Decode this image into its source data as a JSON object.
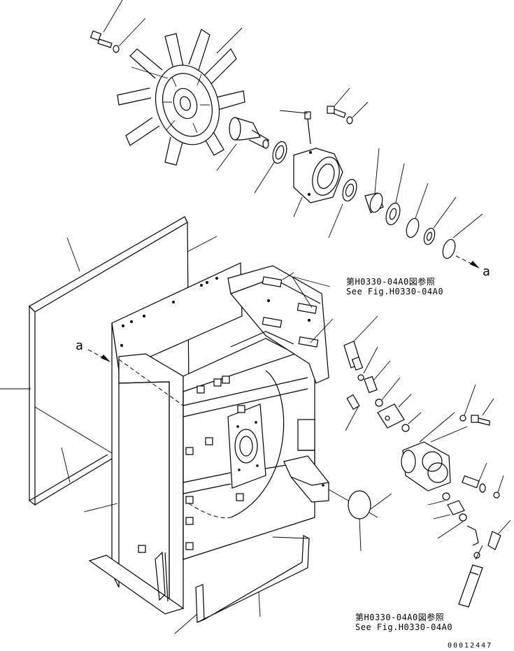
{
  "diagram": {
    "type": "exploded parts drawing",
    "line_color": "#000000",
    "background": "#ffffff"
  },
  "references": {
    "top": {
      "line1": "第H0330-04A0図参照",
      "line2": "See Fig.H0330-04A0"
    },
    "bottom": {
      "line1": "第H0330-04A0図参照",
      "line2": "See Fig.H0330-04A0"
    }
  },
  "view_markers": {
    "left": "a",
    "right": "a"
  },
  "document_number": "00012447"
}
